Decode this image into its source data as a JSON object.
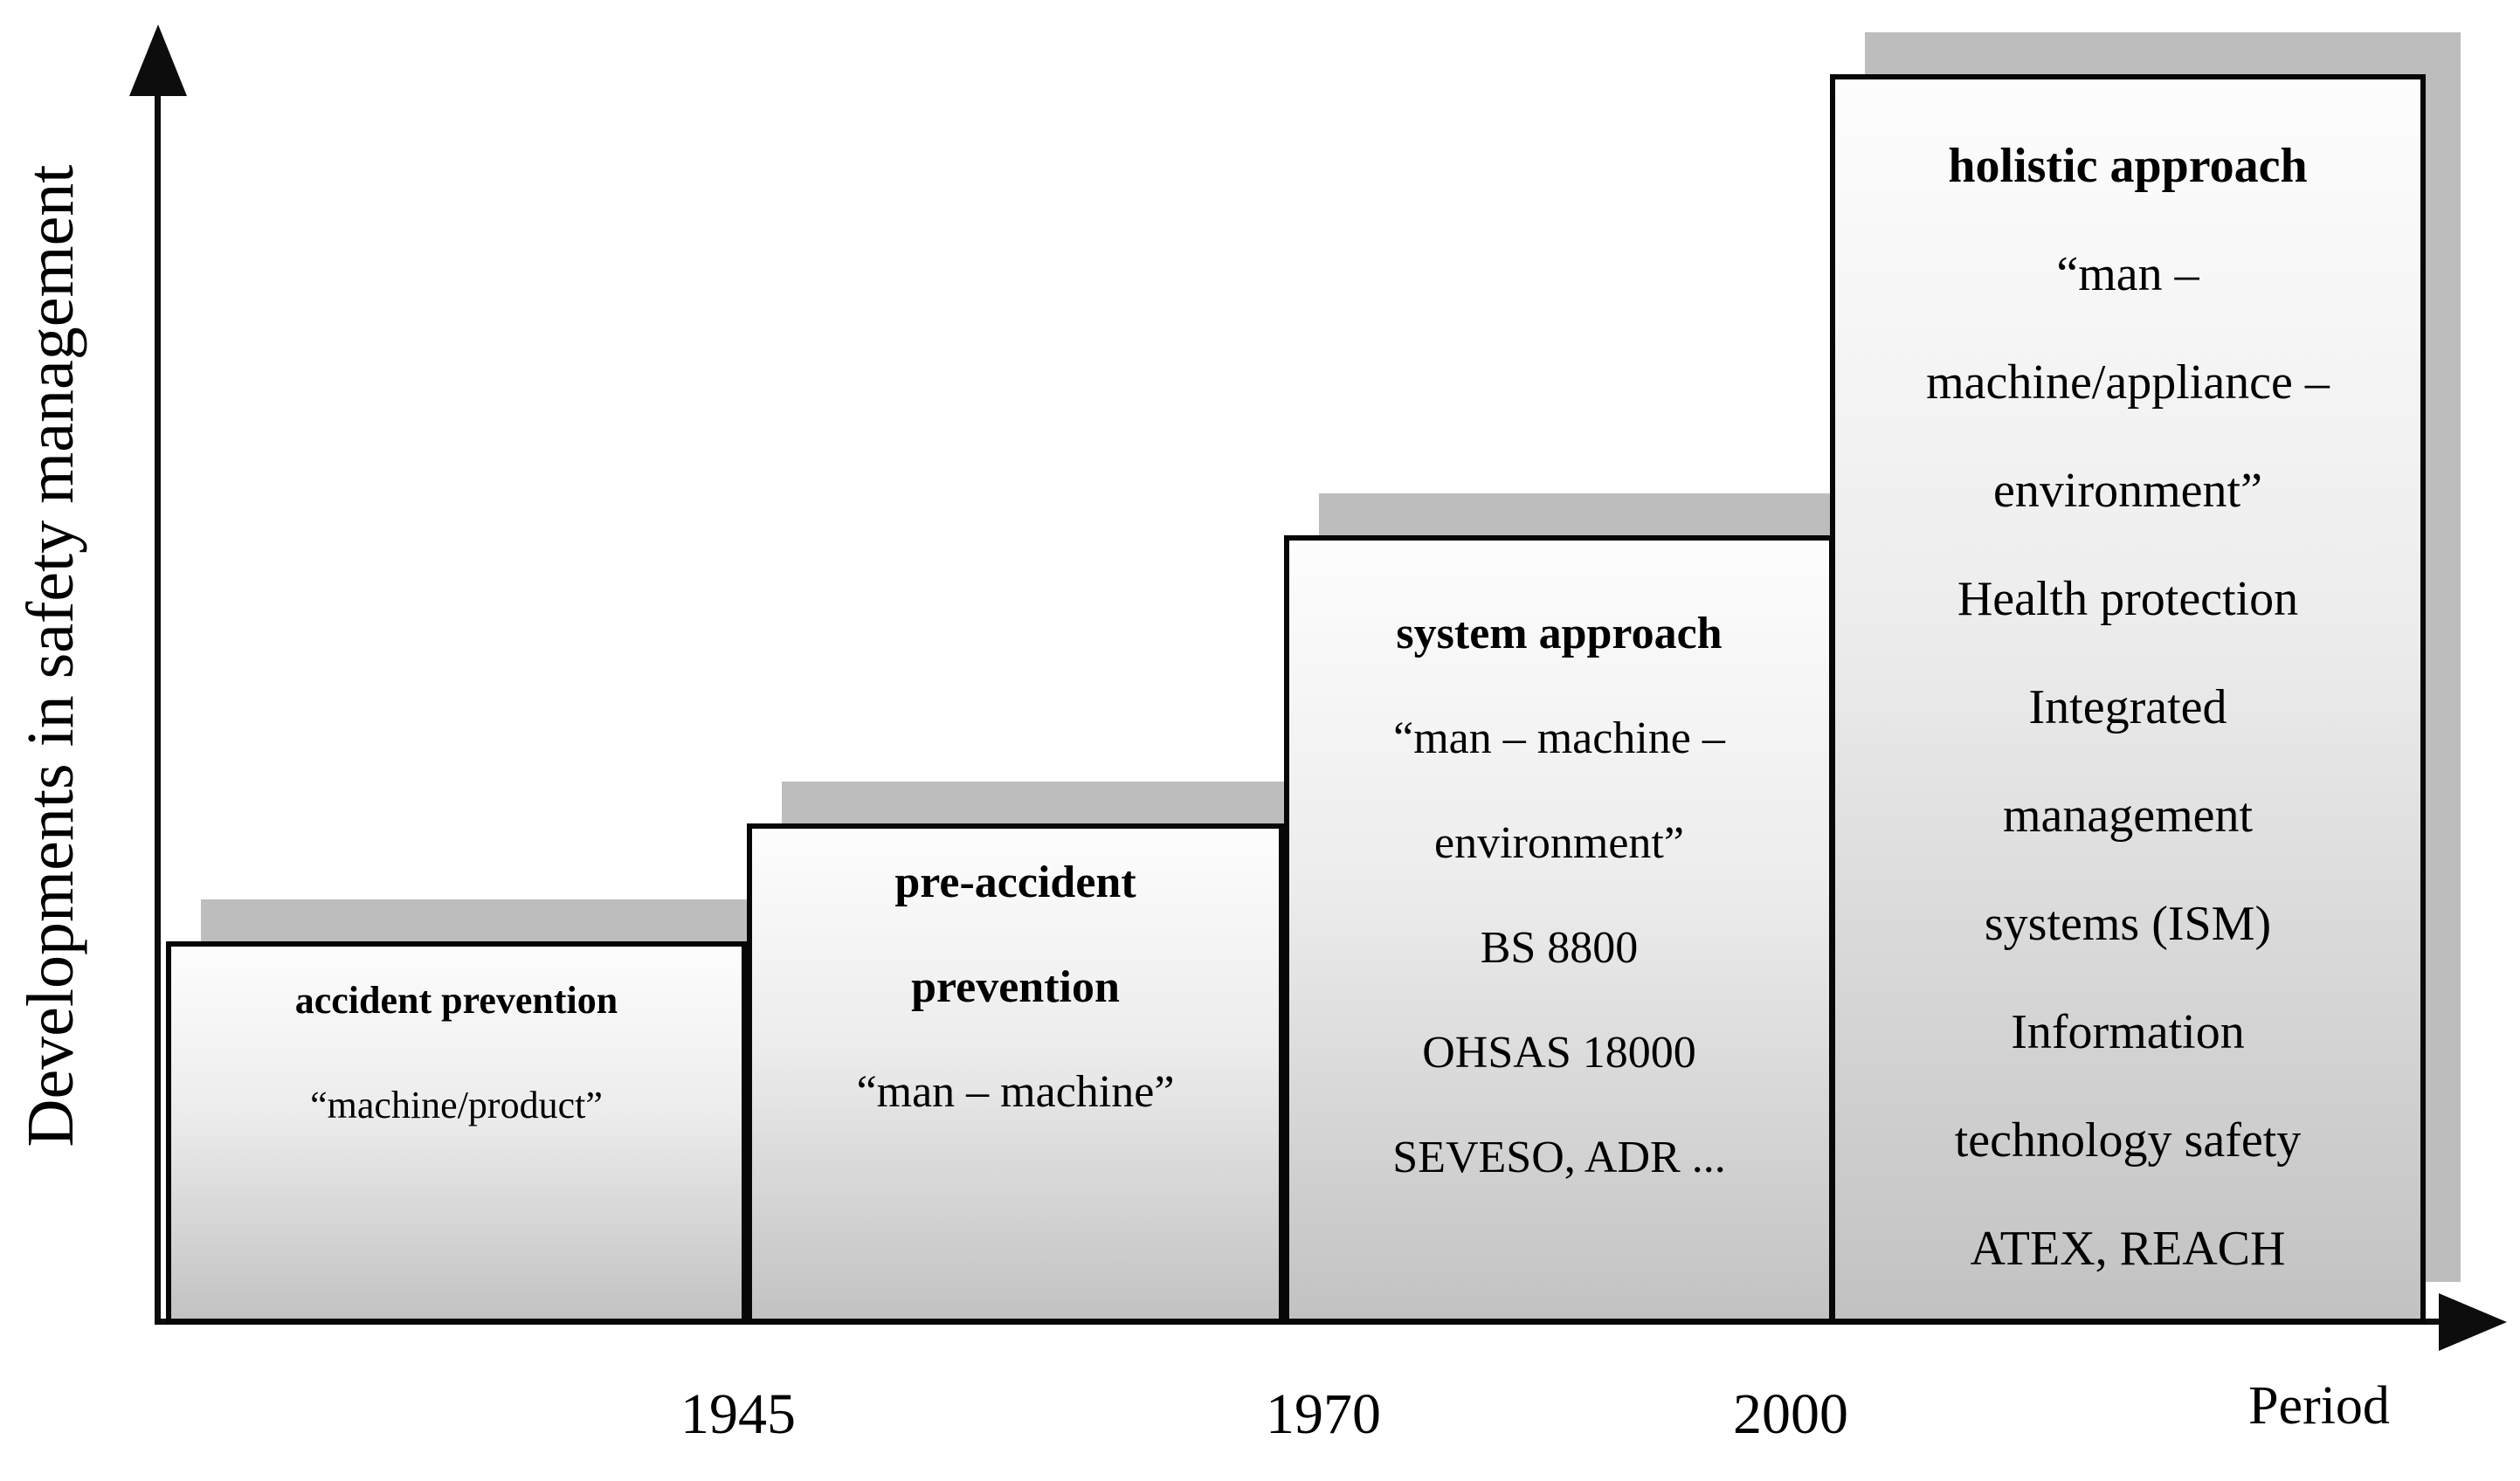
{
  "axes": {
    "y_label": "Developments in safety management",
    "x_label": "Period",
    "x_ticks": [
      "1945",
      "1970",
      "2000"
    ]
  },
  "stages": [
    {
      "name": "accident prevention",
      "lines": [
        "accident prevention",
        "“machine/product”"
      ]
    },
    {
      "name": "pre-accident prevention",
      "lines": [
        "pre-accident",
        "prevention",
        "“man – machine”"
      ]
    },
    {
      "name": "system approach",
      "lines": [
        "system approach",
        "“man – machine –",
        "environment”",
        "BS 8800",
        "OHSAS 18000",
        "SEVESO, ADR ..."
      ]
    },
    {
      "name": "holistic approach",
      "lines": [
        "holistic approach",
        "“man –",
        "machine/appliance –",
        "environment”",
        "Health protection",
        "Integrated",
        "management",
        "systems (ISM)",
        "Information",
        "technology safety",
        "ATEX, REACH"
      ]
    }
  ],
  "colors": {
    "background": "#ffffff",
    "text": "#000000",
    "box_border": "#070707",
    "box_fill_top": "#fdfdfd",
    "box_fill_bottom": "#c2c2c2",
    "shadow": "#bdbdbd"
  }
}
